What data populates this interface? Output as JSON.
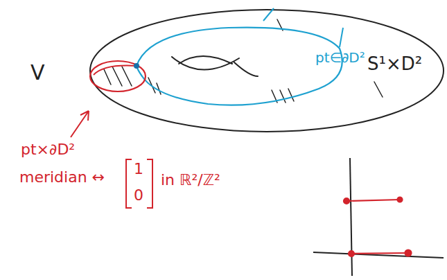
{
  "diagram": {
    "labels": [
      "V",
      "S¹×D²",
      "pt∈∂D²",
      "pt×∂D²",
      "meridian ↔",
      "1",
      "0",
      "in ℝ²/ℤ²"
    ]
  }
}
